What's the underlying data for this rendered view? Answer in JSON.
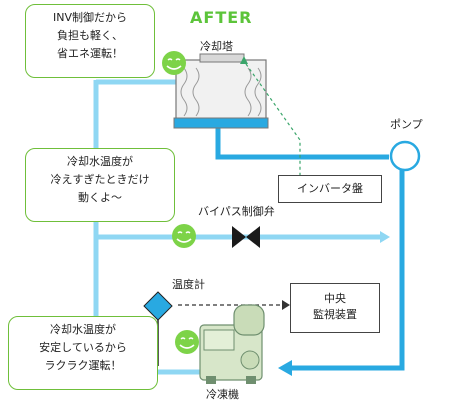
{
  "title": "AFTER",
  "bubbles": {
    "inv": [
      "INV制御だから",
      "負担も軽く、",
      "省エネ運転！"
    ],
    "temp": [
      "冷却水温度が",
      "冷えすぎたときだけ",
      "動くよ～"
    ],
    "stable": [
      "冷却水温度が",
      "安定しているから",
      "ラクラク運転！"
    ]
  },
  "labels": {
    "cooling_tower": "冷却塔",
    "pump": "ポンプ",
    "inverter_panel": "インバータ盤",
    "bypass_valve": "バイパス制御弁",
    "thermometer": "温度計",
    "central_monitor": [
      "中央",
      "監視装置"
    ],
    "chiller": "冷凍機"
  },
  "colors": {
    "pipe_main": "#29a9e1",
    "pipe_light": "#8fd7f3",
    "bubble_border": "#6fbf3a",
    "smiley": "#7dd348",
    "title": "#5cc43a",
    "valve": "#1a1a1a",
    "sensor": "#29a9e1",
    "dashed_signal": "#3aa56a"
  }
}
